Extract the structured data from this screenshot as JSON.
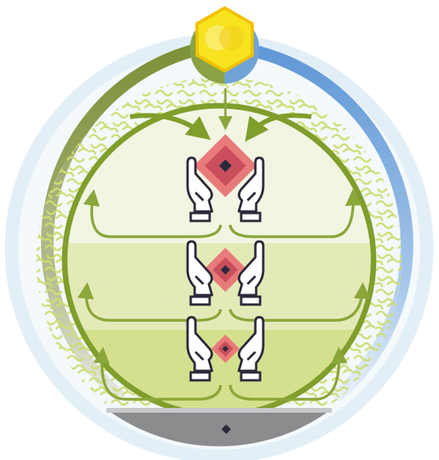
{
  "title": "",
  "colors": {
    "outer_ring": "#e3eff7",
    "left_arc": "#8a9a3e",
    "right_arc": "#6a9fd8",
    "band_top": "#f2f5e2",
    "band_mid": "#e3eab8",
    "band_bottom": "#d5e08e",
    "green_stroke": "#7f9e2c",
    "texture": "#c9d85a",
    "hexagon": "#f7e31e",
    "diamond_outer": "#e87a7a",
    "diamond_mid": "#c94f5c",
    "diamond_inner": "#2b2a3a",
    "base": "#8c8c8e"
  },
  "icons": {
    "hexagon": "hexagon-icon",
    "diamond": "diamond-icon",
    "hands": "open-hands-icon",
    "base_marker": "small-diamond-icon"
  },
  "levels": [
    {
      "name": "level-top",
      "diamond_size": "large"
    },
    {
      "name": "level-middle",
      "diamond_size": "medium"
    },
    {
      "name": "level-bottom",
      "diamond_size": "small"
    }
  ]
}
